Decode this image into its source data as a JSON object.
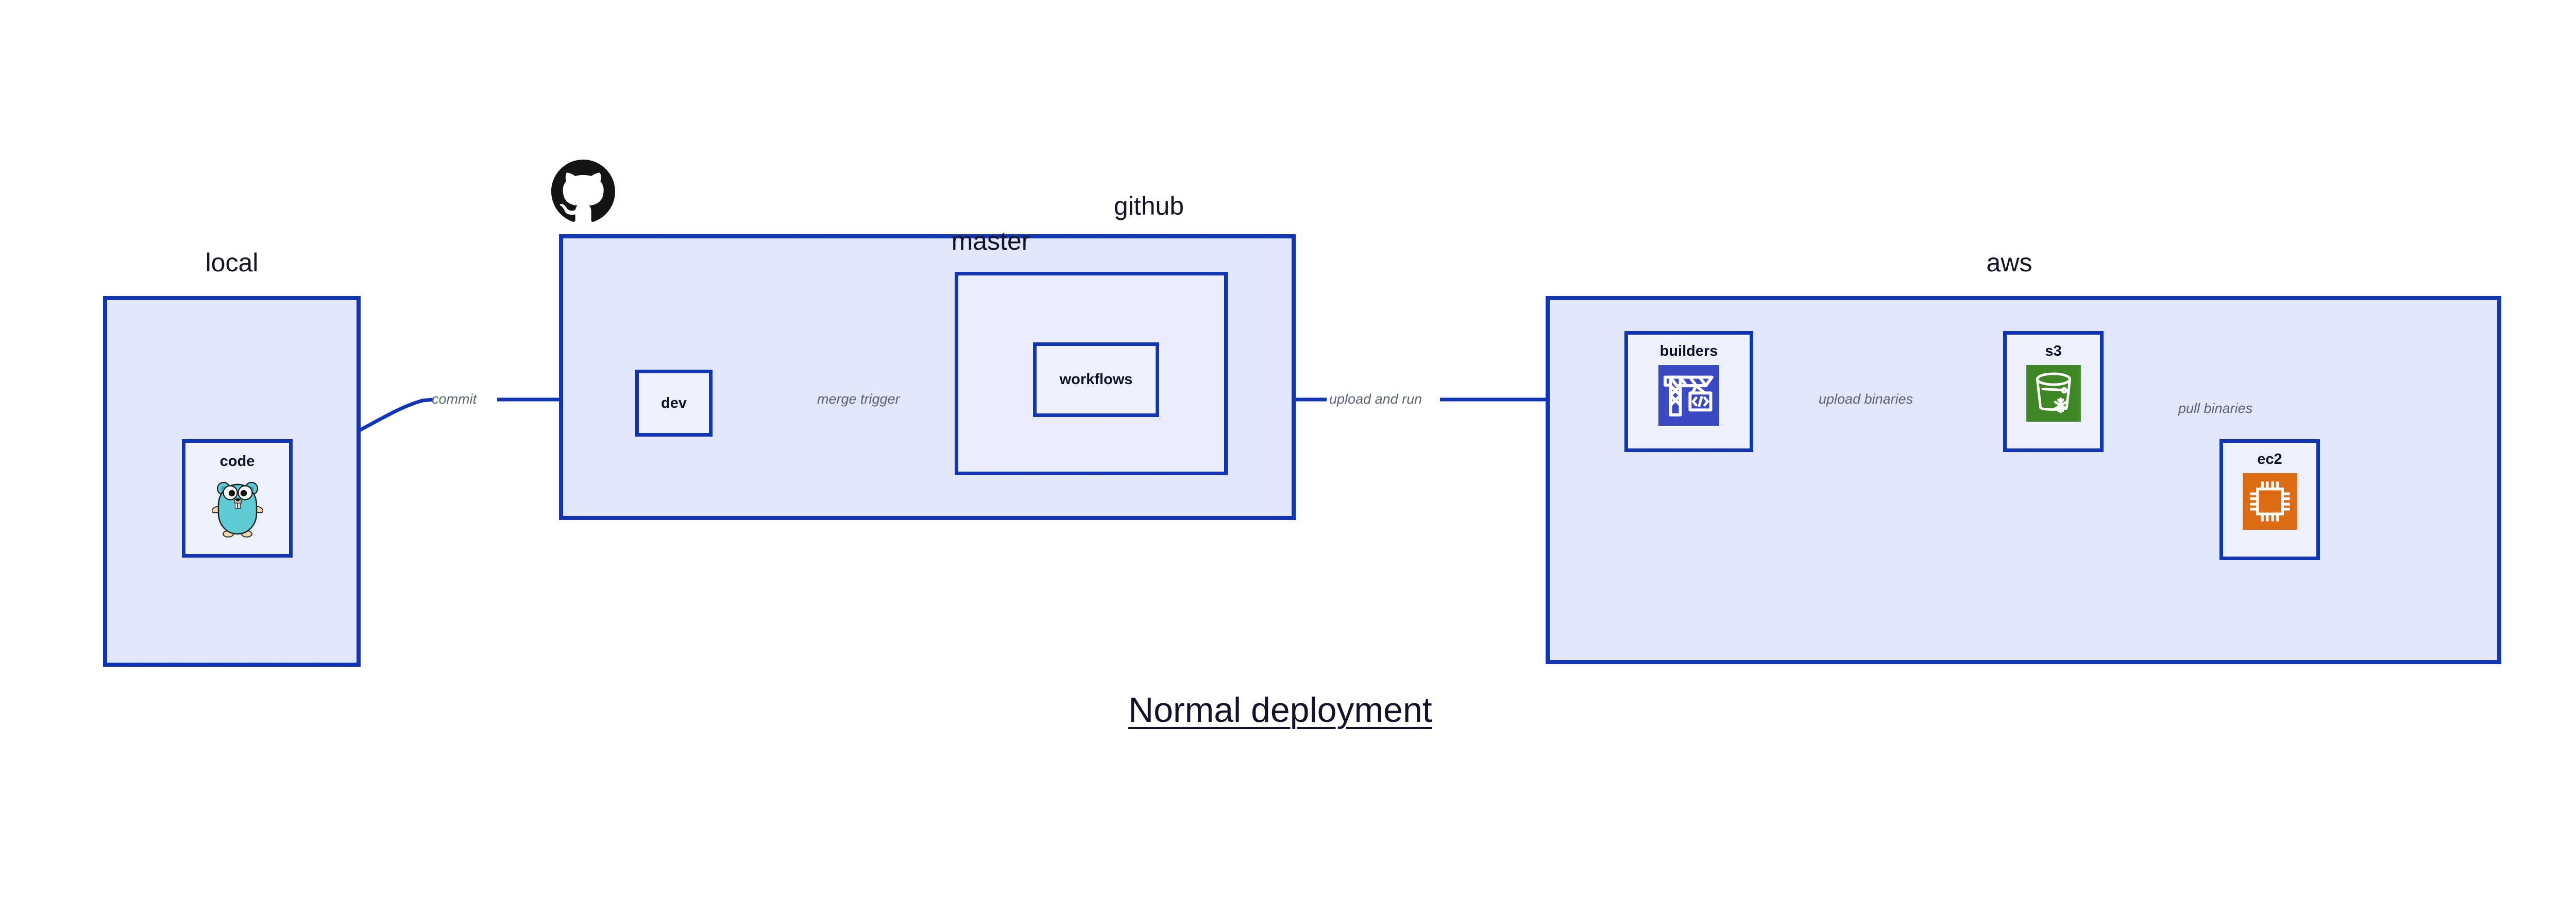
{
  "title": "Normal deployment",
  "colors": {
    "group_fill": "#e1e7fa",
    "group_border": "#1135b5",
    "subgroup_fill": "#e9edfb",
    "node_fill": "#edf1fc",
    "edge_stroke": "#1135b5",
    "edge_label_text": "#5b6272",
    "label_text": "#141428",
    "gopher_body": "#5ecbd6",
    "builders_tile": "#3b49c4",
    "s3_tile": "#3f8624",
    "ec2_tile": "#dd6b13",
    "github_logo": "#141414"
  },
  "groups": [
    {
      "id": "local",
      "label": "local"
    },
    {
      "id": "github",
      "label": "github"
    },
    {
      "id": "aws",
      "label": "aws"
    }
  ],
  "subgroups": [
    {
      "id": "master",
      "label": "master",
      "parent": "github"
    }
  ],
  "nodes": [
    {
      "id": "code",
      "label": "code",
      "icon": "go-gopher-icon",
      "parent": "local"
    },
    {
      "id": "dev",
      "label": "dev",
      "icon": null,
      "parent": "github"
    },
    {
      "id": "workflows",
      "label": "workflows",
      "icon": null,
      "parent": "master"
    },
    {
      "id": "builders",
      "label": "builders",
      "icon": "aws-crane-icon",
      "parent": "aws"
    },
    {
      "id": "s3",
      "label": "s3",
      "icon": "aws-s3-icon",
      "parent": "aws"
    },
    {
      "id": "ec2",
      "label": "ec2",
      "icon": "aws-ec2-icon",
      "parent": "aws"
    }
  ],
  "edges": [
    {
      "id": "commit",
      "label": "commit",
      "from": "code",
      "to": "dev"
    },
    {
      "id": "merge-trigger",
      "label": "merge trigger",
      "from": "dev",
      "to": "workflows"
    },
    {
      "id": "upload-and-run",
      "label": "upload and run",
      "from": "workflows",
      "to": "builders"
    },
    {
      "id": "upload-binaries",
      "label": "upload binaries",
      "from": "builders",
      "to": "s3"
    },
    {
      "id": "pull-binaries",
      "label": "pull binaries",
      "from": "s3",
      "to": "ec2"
    }
  ],
  "logos": [
    {
      "id": "github-octocat",
      "icon": "github-icon",
      "attached_to": "github"
    }
  ]
}
